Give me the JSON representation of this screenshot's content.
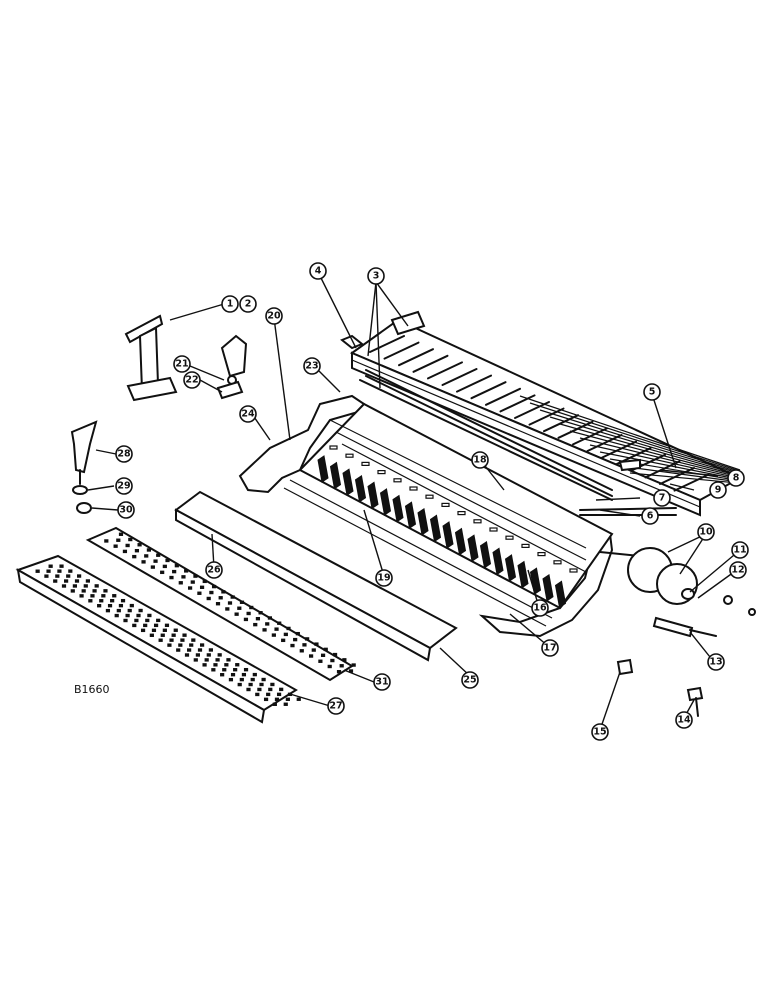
{
  "figure_code": "B1660",
  "callouts": [
    "1",
    "2",
    "3",
    "4",
    "5",
    "6",
    "7",
    "8",
    "9",
    "10",
    "11",
    "12",
    "13",
    "14",
    "15",
    "16",
    "17",
    "18",
    "19",
    "20",
    "21",
    "22",
    "23",
    "24",
    "25",
    "26",
    "27",
    "28",
    "29",
    "30",
    "31"
  ]
}
